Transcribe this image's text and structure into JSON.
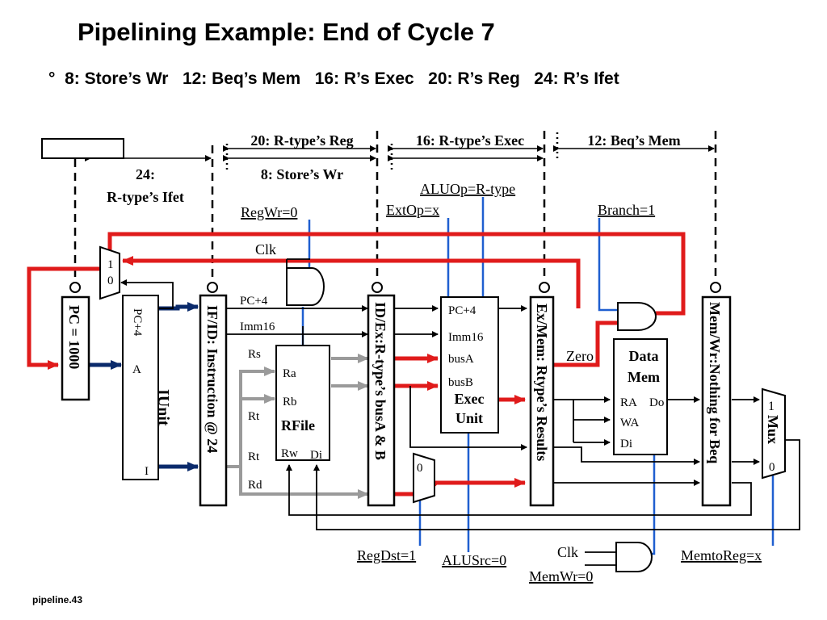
{
  "title": "Pipelining Example: End of Cycle 7",
  "subtitle": "°  8: Store’s Wr   12: Beq’s Mem   16: R’s Exec   20: R’s Reg   24: R’s Ifet",
  "footer": "pipeline.43",
  "stages": {
    "ifet_num": "24:",
    "ifet_label": "R-type’s Ifet",
    "reg_label": "20: R-type’s  Reg",
    "wr_label": "8: Store’s  Wr",
    "exec_label": "16: R-type’s  Exec",
    "mem_label": "12: Beq’s  Mem"
  },
  "controls": {
    "regwr": "RegWr=0",
    "extop": "ExtOp=x",
    "aluop": "ALUOp=R-type",
    "branch": "Branch=1",
    "regdst": "RegDst=1",
    "alusrc": "ALUSrc=0",
    "memwr": "MemWr=0",
    "memtoreg": "MemtoReg=x"
  },
  "blocks": {
    "pc": "PC = 1000",
    "iunit": "IUnit",
    "iunit_pc4": "PC+4",
    "iunit_a": "A",
    "iunit_i": "I",
    "ifid": "IF/ID: Instruction @ 24",
    "idex": "ID/Ex:R-type’s busA & B",
    "exmem": "Ex/Mem: Rtype’s Results",
    "memwr": "Mem/Wr:Nothing for Beq",
    "rfile": "RFile",
    "exec1": "Exec",
    "exec2": "Unit",
    "dmem1": "Data",
    "dmem2": "Mem",
    "mux": "Mux"
  },
  "labels": {
    "clk": "Clk",
    "pc4": "PC+4",
    "imm16": "Imm16",
    "rs": "Rs",
    "rt": "Rt",
    "rd": "Rd",
    "ra": "Ra",
    "rb": "Rb",
    "rw": "Rw",
    "di": "Di",
    "busa": "busA",
    "busb": "busB",
    "zero": "Zero",
    "dm_ra": "RA",
    "dm_do": "Do",
    "dm_wa": "WA",
    "dm_di": "Di",
    "one": "1",
    "zero_digit": "0"
  },
  "colors": {
    "red": "#e01b1b",
    "blue": "#1f5fd0",
    "navy": "#0a2a6b",
    "gray": "#9a9a9a",
    "black": "#000000"
  }
}
